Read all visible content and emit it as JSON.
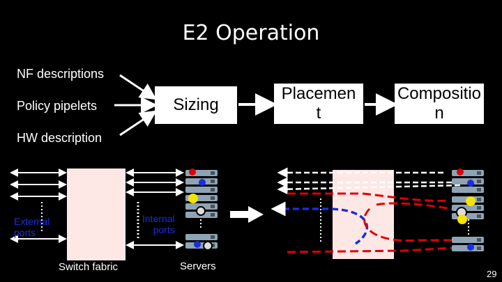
{
  "title": "E2 Operation",
  "inputs": {
    "nf_descriptions": "NF descriptions",
    "policy_pipelets": "Policy pipelets",
    "hw_description": "HW description"
  },
  "stages": {
    "sizing": "Sizing",
    "placement": "Placemen\nt",
    "composition": "Compositio\nn"
  },
  "diagram_left": {
    "external_ports": "External\nports",
    "internal_ports": "Internal\nports",
    "switch_fabric": "Switch fabric",
    "servers": "Servers"
  },
  "colors": {
    "arrow_orange": "#f0c080",
    "red": "#e00000",
    "blue": "#1a2ee0",
    "yellow": "#f4e400",
    "fabric": "#fde8e6"
  },
  "page_number": "29"
}
